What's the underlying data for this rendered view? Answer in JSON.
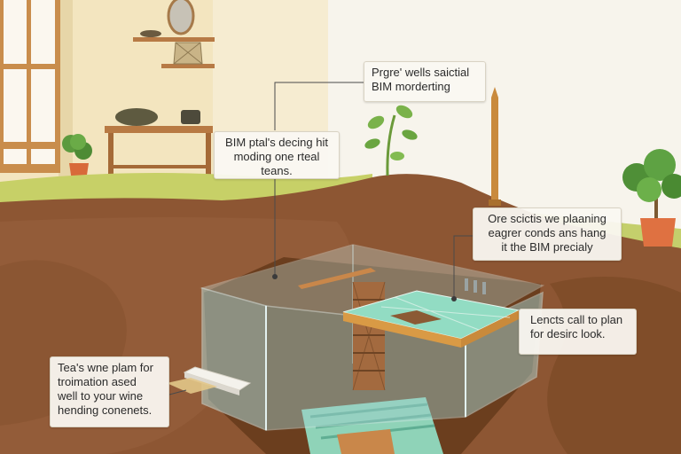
{
  "callouts": [
    {
      "text": "Prgre' wells saictial\nBIM morderting"
    },
    {
      "text": "BIM ptal's decing hit\nmoding one rteal\nteans."
    },
    {
      "text": "Ore scictis we plaaning\neagrer conds ans hang\nit the BIM precialy"
    },
    {
      "text": "Lencts call to plan\nfor desirc look."
    },
    {
      "text": "Tea's wne plam for\ntroimation ased\nwell to your wine\nhending conenets."
    }
  ],
  "colors": {
    "wall": "#f5e9c8",
    "soil": "#8a5330",
    "grass": "#c9d36a",
    "glass": "#a9d6d6",
    "counter": "#8fd8bd"
  }
}
